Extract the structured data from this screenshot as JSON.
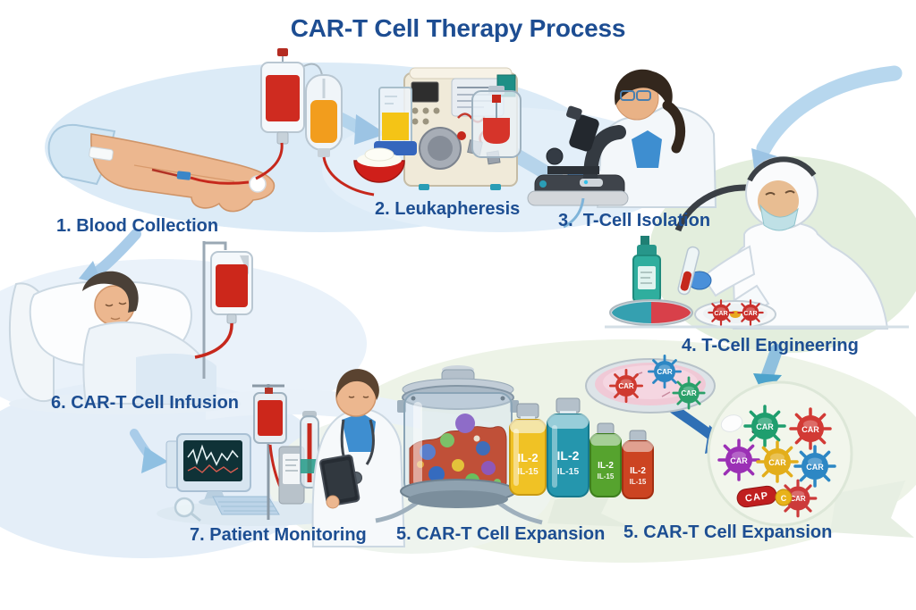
{
  "title": "CAR-T Cell Therapy Process",
  "steps": {
    "blood_collection": "1. Blood Collection",
    "leukapheresis": "2. Leukapheresis",
    "tcell_isolation": "3.  T-Cell Isolation",
    "tcell_engineering": "4. T-Cell Engineering",
    "expansion_bioreactor": "5. CAR-T Cell Expansion",
    "expansion_cells": "5. CAR-T Cell Expansion",
    "infusion": "6. CAR-T Cell Infusion",
    "monitoring": "7. Patient Monitoring"
  },
  "labels": {
    "il2": "IL-2",
    "il15": "IL-15",
    "car": "CAR",
    "cap": "CAP",
    "c": "C"
  },
  "colors": {
    "title_blue": "#1d4d92",
    "label_blue": "#1d4e92",
    "arrow_light_blue": "#aecfe9",
    "arrow_solid_blue": "#2f6fb5",
    "blood_red": "#cc2a1e",
    "plasma_orange": "#f29d1d",
    "il2_yellow": "#f0c225",
    "il2_teal": "#2596ad",
    "il2_green": "#56a32e",
    "il2_red": "#cc4422",
    "cell_green": "#1f9e6e",
    "cell_red": "#d23a35",
    "cell_purple": "#9b30b5",
    "cell_yellow": "#e3ae1b",
    "cell_blue": "#2d87c4"
  }
}
